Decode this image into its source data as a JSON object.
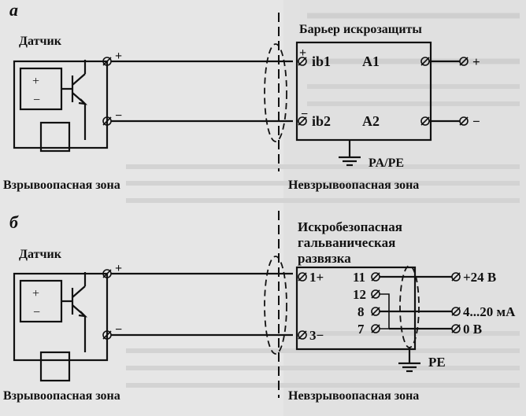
{
  "panel_a": {
    "label": "а",
    "sensor_label": "Датчик",
    "plus": "+",
    "minus": "−",
    "barrier_title": "Барьер искрозащиты",
    "barrier_inputs": [
      "ib1",
      "ib2"
    ],
    "barrier_outputs": [
      "A1",
      "A2"
    ],
    "out_plus": "+",
    "out_minus": "−",
    "ground_label": "PA/PE",
    "hazard_zone": "Взрывоопасная зона",
    "safe_zone": "Невзрывоопасная зона"
  },
  "panel_b": {
    "label": "б",
    "sensor_label": "Датчик",
    "plus": "+",
    "minus": "−",
    "isolator_title_line1": "Искробезопасная",
    "isolator_title_line2": "гальваническая",
    "isolator_title_line3": "развязка",
    "input_terminals": [
      "1+",
      "3−"
    ],
    "output_terminals": [
      "11",
      "12",
      "8",
      "7"
    ],
    "output_labels": [
      "+24 В",
      "4...20 мА",
      "0 В"
    ],
    "ground_label": "PE",
    "hazard_zone": "Взрывоопасная зона",
    "safe_zone": "Невзрывоопасная зона"
  }
}
